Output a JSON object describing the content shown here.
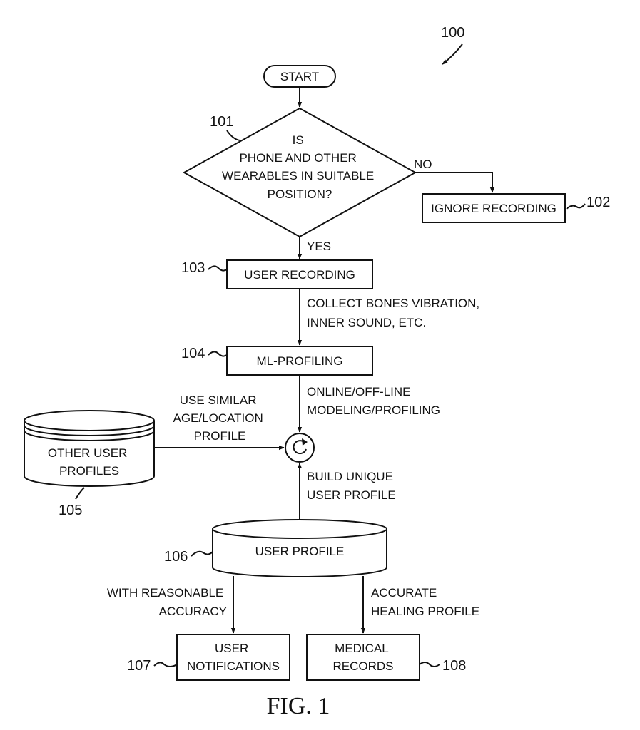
{
  "figure_ref": "100",
  "figure_caption": "FIG. 1",
  "start": {
    "label": "START"
  },
  "decision": {
    "ref": "101",
    "lines": [
      "IS",
      "PHONE AND OTHER",
      "WEARABLES IN SUITABLE",
      "POSITION?"
    ],
    "no_label": "NO",
    "yes_label": "YES"
  },
  "ignore": {
    "ref": "102",
    "label": "IGNORE RECORDING"
  },
  "user_recording": {
    "ref": "103",
    "label": "USER RECORDING"
  },
  "collect_edge": {
    "lines": [
      "COLLECT BONES VIBRATION,",
      "INNER SOUND, ETC."
    ]
  },
  "ml_profiling": {
    "ref": "104",
    "label": "ML-PROFILING"
  },
  "online_edge": {
    "lines": [
      "ONLINE/OFF-LINE",
      "MODELING/PROFILING"
    ]
  },
  "other_profiles": {
    "ref": "105",
    "lines": [
      "OTHER USER",
      "PROFILES"
    ]
  },
  "similar_edge": {
    "lines": [
      "USE SIMILAR",
      "AGE/LOCATION",
      "PROFILE"
    ]
  },
  "build_edge": {
    "lines": [
      "BUILD UNIQUE",
      "USER PROFILE"
    ]
  },
  "user_profile": {
    "ref": "106",
    "label": "USER PROFILE"
  },
  "reasonable_edge": {
    "lines": [
      "WITH REASONABLE",
      "ACCURACY"
    ]
  },
  "healing_edge": {
    "lines": [
      "ACCURATE",
      "HEALING PROFILE"
    ]
  },
  "notifications": {
    "ref": "107",
    "lines": [
      "USER",
      "NOTIFICATIONS"
    ]
  },
  "medical": {
    "ref": "108",
    "lines": [
      "MEDICAL",
      "RECORDS"
    ]
  }
}
